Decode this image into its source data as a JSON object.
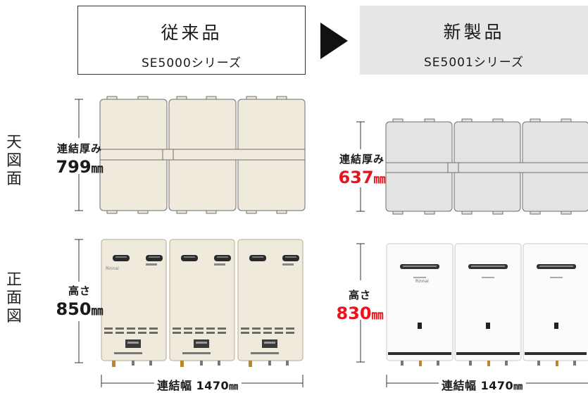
{
  "old_product": {
    "title": "従来品",
    "model": "SE5000シリーズ",
    "top_view": {
      "label": "連結厚み",
      "value": "799",
      "unit": "㎜"
    },
    "front_view": {
      "label": "高さ",
      "value": "850",
      "unit": "㎜",
      "brand": "Rinnai"
    },
    "width": {
      "label": "連結幅",
      "value": "1470",
      "unit": "㎜"
    }
  },
  "new_product": {
    "title": "新製品",
    "model": "SE5001シリーズ",
    "top_view": {
      "label": "連結厚み",
      "value": "637",
      "unit": "㎜"
    },
    "front_view": {
      "label": "高さ",
      "value": "830",
      "unit": "㎜",
      "brand": "Rinnai"
    },
    "width": {
      "label": "連結幅",
      "value": "1470",
      "unit": "㎜"
    }
  },
  "view_labels": {
    "top": "天図面",
    "front": "正面図"
  },
  "colors": {
    "old_unit": "#efeadb",
    "new_unit_top": "#e2e4e3",
    "new_unit_front": "#fbfbfb",
    "highlight": "#e8141c",
    "new_header_bg": "#e6e6e6"
  }
}
